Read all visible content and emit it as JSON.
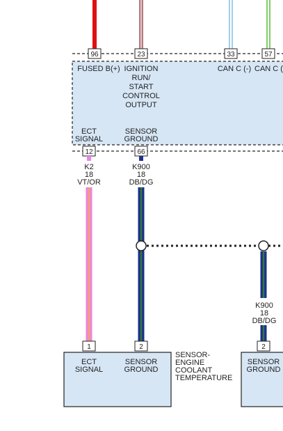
{
  "colors": {
    "module_fill": "#d6e6f5",
    "wire_red": "#e01010",
    "wire_ign_a": "#b07c82",
    "wire_ign_b": "#e6c2c6",
    "wire_can_neg_a": "#9fd0e8",
    "wire_can_neg_b": "#ffffff",
    "wire_can_pos_a": "#7fcf6a",
    "wire_can_pos_b": "#ffffff",
    "wire_vtor_a": "#ee82e6",
    "wire_vtor_b": "#f4a16b",
    "wire_dbdg_a": "#1e2f8f",
    "wire_dbdg_b": "#2e7d32"
  },
  "top_connector": {
    "pins": [
      "96",
      "23",
      "33",
      "57"
    ],
    "labels": {
      "fused_b": "FUSED B(+)",
      "ignition_lines": [
        "IGNITION",
        "RUN/",
        "START",
        "CONTROL",
        "OUTPUT"
      ],
      "can_c_neg": "CAN C (-)",
      "can_c_pos": "CAN C (+)",
      "ect_signal_lines": [
        "ECT",
        "SIGNAL"
      ],
      "sensor_ground_lines": [
        "SENSOR",
        "GROUND"
      ]
    },
    "bottom_pins": [
      "12",
      "66"
    ]
  },
  "wires": {
    "k2": {
      "circuit": "K2",
      "gauge": "18",
      "color_code": "VT/OR"
    },
    "k900_upper": {
      "circuit": "K900",
      "gauge": "18",
      "color_code": "DB/DG"
    },
    "k900_lower": {
      "circuit": "K900",
      "gauge": "18",
      "color_code": "DB/DG"
    }
  },
  "ect_sensor": {
    "pins": [
      "1",
      "2"
    ],
    "pin1_label": [
      "ECT",
      "SIGNAL"
    ],
    "pin2_label": [
      "SENSOR",
      "GROUND"
    ],
    "name_lines": [
      "SENSOR-",
      "ENGINE",
      "COOLANT",
      "TEMPERATURE"
    ]
  },
  "right_sensor": {
    "pin": "2",
    "label": [
      "SENSOR",
      "GROUND"
    ]
  }
}
